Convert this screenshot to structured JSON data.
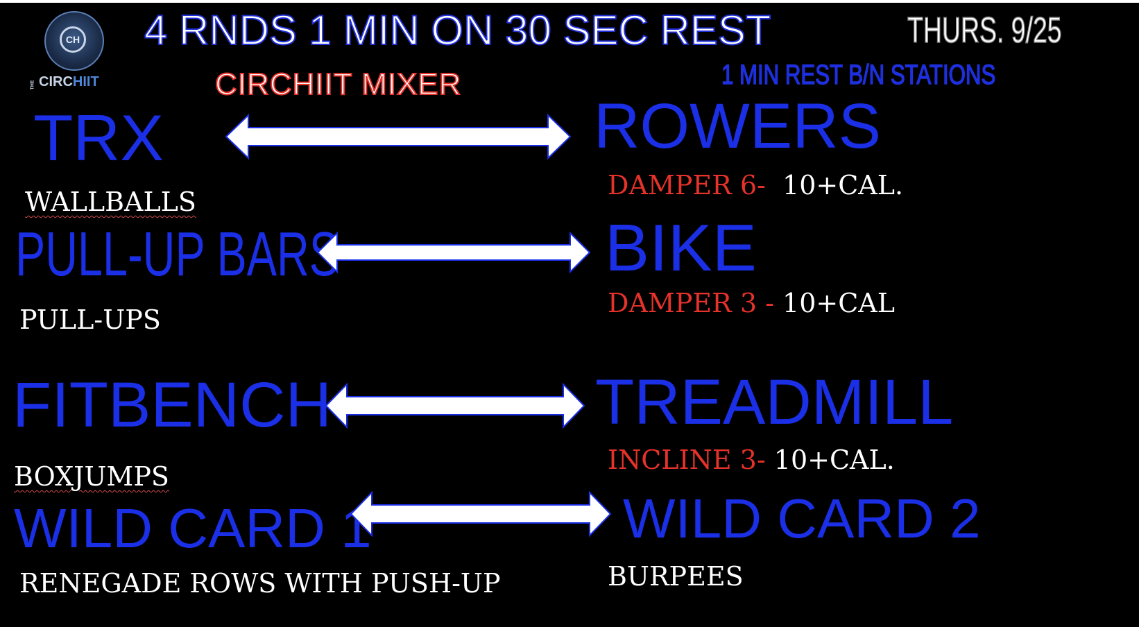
{
  "header": {
    "title": "4 RNDS 1 MIN ON 30 SEC REST",
    "date": "THURS. 9/25",
    "subtitle": "CIRCHIIT MIXER",
    "rest_note": "1 MIN REST B/N STATIONS"
  },
  "logo": {
    "initials": "CH",
    "prefix": "THE",
    "word_main": "CIRC",
    "word_highlight": "HIIT"
  },
  "pairs": [
    {
      "left": {
        "title": "TRX",
        "exercise": "WALLBALLS"
      },
      "right": {
        "title": "ROWERS",
        "setting": "DAMPER 6-",
        "target": "10+CAL."
      }
    },
    {
      "left": {
        "title": "PULL-UP BARS",
        "exercise": "PULL-UPS"
      },
      "right": {
        "title": "BIKE",
        "setting": "DAMPER 3 -",
        "target": "10+CAL"
      }
    },
    {
      "left": {
        "title": "FITBENCH",
        "exercise": "BOXJUMPS"
      },
      "right": {
        "title": "TREADMILL",
        "setting": "INCLINE 3-",
        "target": "10+CAL."
      }
    },
    {
      "left": {
        "title": "WILD CARD 1",
        "exercise": "RENEGADE ROWS WITH PUSH-UP"
      },
      "right": {
        "title": "WILD CARD 2",
        "exercise": "BURPEES"
      }
    }
  ],
  "icons": {
    "arrow": "double-headed-arrow-icon",
    "logo": "circhiit-logo-icon"
  },
  "colors": {
    "background": "#000000",
    "station_blue": "#1a2fe6",
    "setting_red": "#e5322a",
    "text_white": "#ffffff"
  }
}
